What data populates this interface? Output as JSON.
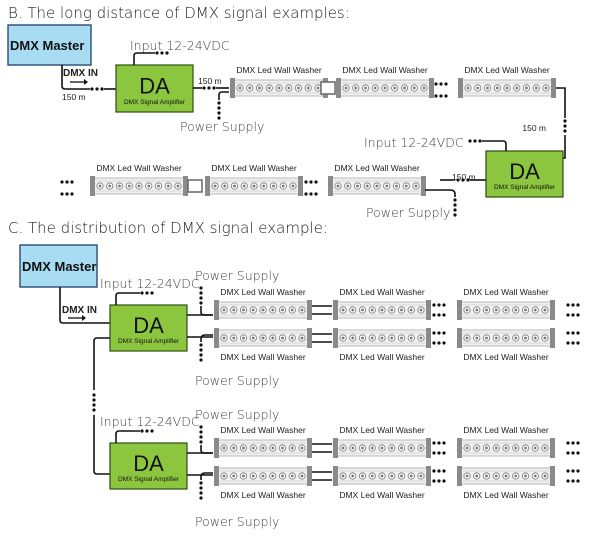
{
  "section_b": {
    "title": "B. The long distance of DMX signal examples:",
    "master_label": "DMX Master",
    "dmx_in_label": "DMX IN",
    "distance_label": "150 m",
    "input_label": "Input 12-24VDC",
    "power_label": "Power Supply",
    "amplifier": {
      "big": "DA",
      "sub": "DMX Signal Amplifier"
    },
    "washer_label": "DMX Led Wall Washer"
  },
  "section_c": {
    "title": "C. The distribution of DMX signal example:",
    "master_label": "DMX Master",
    "dmx_in_label": "DMX IN",
    "input_label": "Input 12-24VDC",
    "power_label": "Power Supply",
    "amplifier": {
      "big": "DA",
      "sub": "DMX Signal Amplifier"
    },
    "washer_label": "DMX Led Wall Washer"
  },
  "colors": {
    "master_fill": "#a8dcf2",
    "amplifier_fill": "#8cc63f",
    "washer_body": "#f1f1f1",
    "washer_cap": "#8a8a8a",
    "wire": "#111111"
  }
}
